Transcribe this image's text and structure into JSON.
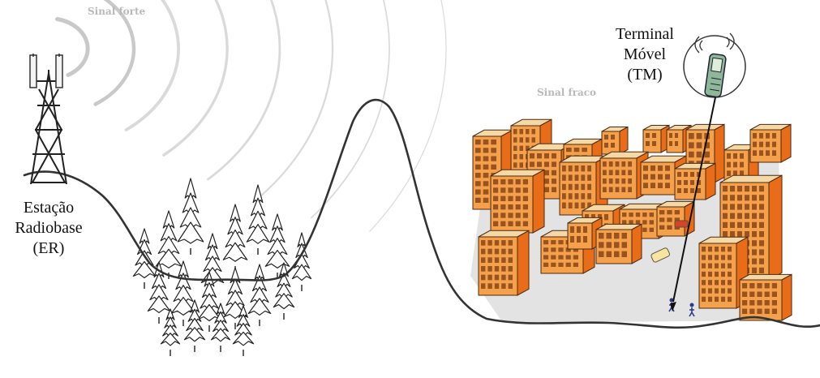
{
  "labels": {
    "strong_signal": "Sinal forte",
    "weak_signal": "Sinal fraco",
    "base_station": [
      "Estação",
      "Radiobase",
      "(ER)"
    ],
    "mobile_terminal": [
      "Terminal",
      "Móvel",
      "(TM)"
    ]
  },
  "colors": {
    "building_front": "#f5a04a",
    "building_side": "#e96d18",
    "building_roof": "#f4d8a6",
    "street": "#e3e3e3",
    "ground_line": "#3a3a3a",
    "wave": "#cfcfcf"
  },
  "icons": {
    "tower": "lattice-tower-icon",
    "phone": "mobile-phone-icon",
    "person": "pedestrian-icon",
    "car": "car-icon"
  }
}
